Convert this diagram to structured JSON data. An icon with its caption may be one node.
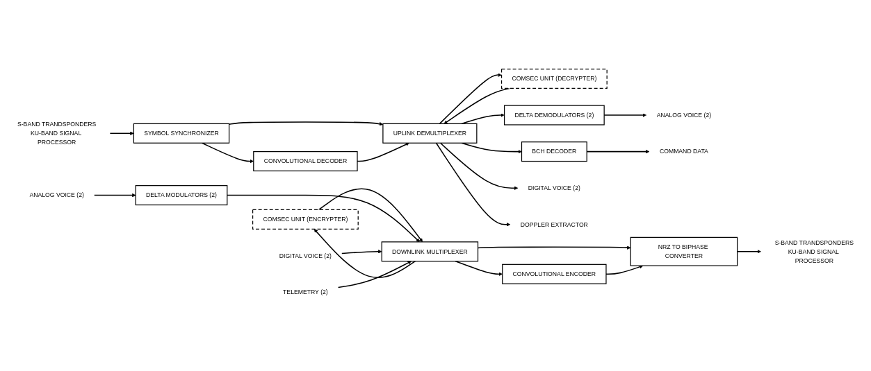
{
  "diagram": {
    "nodes": [
      {
        "text": [
          "S-BAND TRANDSPONDERS",
          "KU-BAND SIGNAL PROCESSOR"
        ]
      },
      {
        "text": [
          "SYMBOL SYNCHRONIZER"
        ]
      },
      {
        "text": [
          "CONVOLUTIONAL DECODER"
        ]
      },
      {
        "text": [
          "COMSEC UNIT (DECRYPTER)"
        ]
      },
      {
        "text": [
          "UPLINK DEMULTIPLEXER"
        ]
      },
      {
        "text": [
          "DELTA DEMODULATORS (2)"
        ]
      },
      {
        "text": [
          "ANALOG VOICE (2)"
        ]
      },
      {
        "text": [
          "BCH DECODER"
        ]
      },
      {
        "text": [
          "COMMAND DATA"
        ]
      },
      {
        "text": [
          "DIGITAL VOICE (2)"
        ]
      },
      {
        "text": [
          "DOPPLER EXTRACTOR"
        ]
      },
      {
        "text": [
          "S-BAND TRANDSPONDERS",
          "KU-BAND SIGNAL PROCESSOR"
        ]
      },
      {
        "text": [
          "NRZ TO BIPHASE CONVERTER"
        ]
      },
      {
        "text": [
          "CONVOLUTIONAL ENCODER"
        ]
      },
      {
        "text": [
          "COMSEC UNIT (ENCRYPTER)"
        ]
      },
      {
        "text": [
          "DOWNLINK MULTIPLEXER"
        ]
      },
      {
        "text": [
          "DELTA MODULATORS (2)"
        ]
      },
      {
        "text": [
          "ANALOG VOICE (2)"
        ]
      },
      {
        "text": [
          "DIGITAL VOICE (2)"
        ]
      },
      {
        "text": [
          "TELEMETRY (2)"
        ]
      }
    ],
    "edges": [
      {
        "from": 0,
        "to": 1,
        "arrow": "to"
      },
      {
        "from": 1,
        "to": 4,
        "arrow": "to"
      },
      {
        "from": 1,
        "to": 2,
        "arrow": "to"
      },
      {
        "from": 2,
        "to": 4,
        "arrow": "to"
      },
      {
        "from": 4,
        "to": 3,
        "arrow": "to"
      },
      {
        "from": 3,
        "to": 4,
        "arrow": "to"
      },
      {
        "from": 4,
        "to": 5,
        "arrow": "to"
      },
      {
        "from": 5,
        "to": 6,
        "arrow": "to"
      },
      {
        "from": 4,
        "to": 7,
        "arrow": "to"
      },
      {
        "from": 7,
        "to": 8,
        "arrow": "to"
      },
      {
        "from": 4,
        "to": 9,
        "arrow": "to"
      },
      {
        "from": 4,
        "to": 10,
        "arrow": "to"
      },
      {
        "from": 15,
        "to": 12,
        "arrow": "to"
      },
      {
        "from": 12,
        "to": 11,
        "arrow": "to"
      },
      {
        "from": 13,
        "to": 12,
        "arrow": "to"
      },
      {
        "from": 15,
        "to": 13,
        "arrow": "to"
      },
      {
        "from": 15,
        "to": 14,
        "arrow": "to"
      },
      {
        "from": 14,
        "to": 15,
        "arrow": "to"
      },
      {
        "from": 16,
        "to": 15,
        "arrow": "to"
      },
      {
        "from": 17,
        "to": 16,
        "arrow": "to"
      },
      {
        "from": 18,
        "to": 15,
        "arrow": "to"
      },
      {
        "from": 19,
        "to": 15,
        "arrow": "to"
      }
    ]
  }
}
